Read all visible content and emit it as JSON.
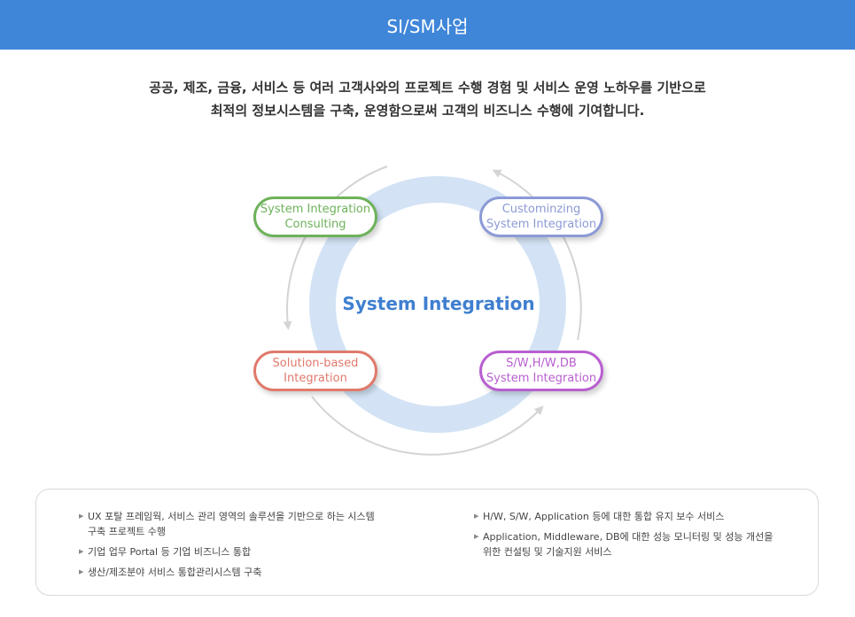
{
  "banner": {
    "title": "SI/SM사업"
  },
  "intro": {
    "line1": "공공, 제조, 금융, 서비스 등 여러 고객사와의 프로젝트 수행 경험 및 서비스 운영 노하우를 기반으로",
    "line2": "최적의 정보시스템을 구축, 운영함으로써 고객의 비즈니스 수행에 기여합니다."
  },
  "diagram": {
    "center": "System Integration",
    "nodes": [
      {
        "line1": "System Integration",
        "line2": "Consulting",
        "color": "#6db25a"
      },
      {
        "line1": "Custominzing",
        "line2": "System Integration",
        "color": "#8c9ad6"
      },
      {
        "line1": "Solution-based",
        "line2": "Integration",
        "color": "#e07a6c"
      },
      {
        "line1": "S/W,H/W,DB",
        "line2": "System Integration",
        "color": "#b85fd0"
      }
    ],
    "ring_color": "#d3e3f5",
    "arrow_color": "#d4d4d4"
  },
  "features": {
    "left": [
      {
        "lines": [
          "UX 포탈 프레임웍, 서비스 관리 영역의 솔루션을 기반으로 하는 시스템",
          "구축 프로젝트 수행"
        ]
      },
      {
        "lines": [
          "기업 업무 Portal 등 기업 비즈니스 통합"
        ]
      },
      {
        "lines": [
          "생산/제조분야 서비스 통합관리시스템 구축"
        ]
      }
    ],
    "right": [
      {
        "lines": [
          "H/W, S/W, Application 등에 대한 통합 유지  보수 서비스"
        ]
      },
      {
        "lines": [
          "Application, Middleware, DB에 대한 성능 모니터링 및 성능 개선을",
          "위한 컨설팅 및 기술지원 서비스"
        ]
      }
    ],
    "bullet": "▶"
  }
}
